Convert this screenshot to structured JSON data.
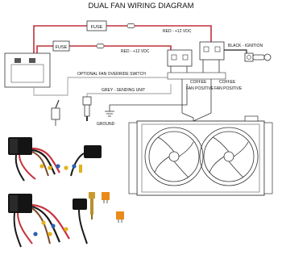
{
  "title": "DUAL FAN WIRING DIAGRAM",
  "labels": {
    "fuse_1": "FUSE",
    "fuse_2": "FUSE",
    "red_wire_1": "RED - +12 VDC",
    "red_wire_2": "RED - +12 VDC",
    "black_ignition": "BLACK - IGNITION",
    "override_switch": "OPTIONAL FAN OVERRIDE SWITCH",
    "sending_unit": "GREY - SENDING UNIT",
    "ground": "GROUND",
    "coffee_left": "COFFEE",
    "fan_positive_left": "FAN POSITIVE",
    "coffee_right": "COFFEE",
    "fan_positive_right": "FAN POSITIVE"
  },
  "colors": {
    "red_wire": "#c0303a",
    "black_wire": "#222222",
    "grey_wire": "#9a9a9a",
    "diagram_line": "#333333",
    "relay_body": "#141414",
    "wire_red": "#c8323c",
    "wire_black": "#1a1a1a",
    "wire_brown": "#7a4a2a",
    "terminal_yellow": "#e3b21c",
    "terminal_blue": "#2b5fb0",
    "fuse_orange": "#e98a1a"
  },
  "icons": [
    "battery-icon",
    "fuse-icon",
    "relay-icon",
    "ignition-key-icon",
    "toggle-switch-icon",
    "sending-unit-icon",
    "ground-icon",
    "radiator-icon",
    "fan-icon",
    "relay-harness-photo",
    "fuse-photo"
  ]
}
